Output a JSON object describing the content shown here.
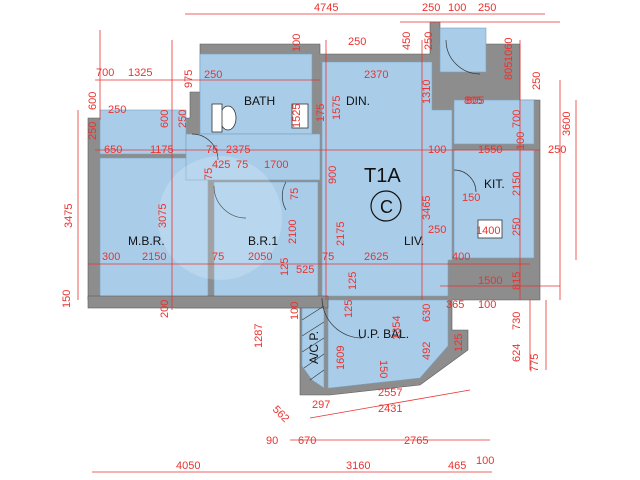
{
  "unit": {
    "code": "T1A",
    "type": "C"
  },
  "rooms": {
    "bath": "BATH",
    "din": "DIN.",
    "mbr": "M.B.R.",
    "br1": "B.R.1",
    "liv": "LIV.",
    "kit": "KIT.",
    "bal": "U.P. BAL.",
    "acp": "A/C P."
  },
  "dims": {
    "top": [
      "4745",
      "250",
      "100",
      "250",
      "100",
      "250",
      "450",
      "250",
      "1060",
      "805",
      "250",
      "805"
    ],
    "upper_left": [
      "700",
      "1325",
      "975",
      "250",
      "600",
      "250",
      "600",
      "250",
      "250"
    ],
    "mid": [
      "650",
      "1175",
      "2375",
      "75",
      "425",
      "75",
      "1700",
      "1525",
      "1575",
      "175",
      "2370",
      "1310",
      "805",
      "700",
      "100"
    ],
    "center": [
      "3475",
      "3075",
      "900",
      "2175",
      "3465",
      "2100",
      "75",
      "75",
      "100",
      "1550",
      "2150",
      "3600",
      "250",
      "150",
      "250",
      "1400",
      "250"
    ],
    "lower": [
      "300",
      "2150",
      "75",
      "2050",
      "125",
      "525",
      "75",
      "2625",
      "400",
      "1500",
      "815",
      "125"
    ],
    "bottom_area": [
      "150",
      "200",
      "1287",
      "100",
      "1609",
      "125",
      "1354",
      "150",
      "630",
      "492",
      "365",
      "125",
      "100",
      "730",
      "624",
      "775"
    ],
    "bottom": [
      "562",
      "297",
      "2557",
      "2431",
      "90",
      "670",
      "2765",
      "4050",
      "3160",
      "465",
      "100"
    ]
  }
}
